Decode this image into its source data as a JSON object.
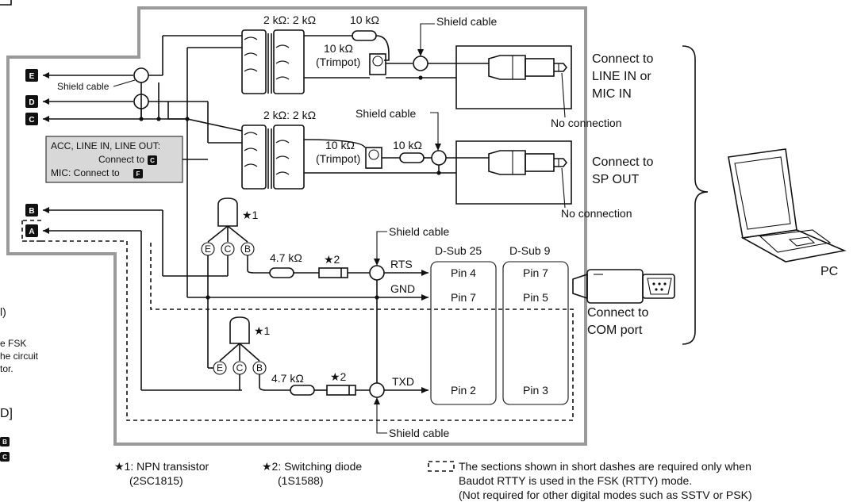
{
  "left_partial": {
    "l1": "l)",
    "l2": "e FSK",
    "l3": "he circuit",
    "l4": "tor.",
    "l5": "D]",
    "l6": "B",
    "l7": "C"
  },
  "ports": {
    "E": "E",
    "D": "D",
    "C": "C",
    "B": "B",
    "A": "A",
    "F": "F"
  },
  "labels": {
    "shield_cable": "Shield cable",
    "res_2k": "2 kΩ: 2 kΩ",
    "res_10k": "10 kΩ",
    "trimpot_value": "10 kΩ",
    "trimpot": "(Trimpot)",
    "res_47k": "4.7 kΩ",
    "star1": "★1",
    "star2": "★2",
    "no_connection": "No connection",
    "rts": "RTS",
    "gnd": "GND",
    "txd": "TXD",
    "pin_e": "E",
    "pin_c": "C",
    "pin_b": "B"
  },
  "connect": {
    "line_in": [
      "Connect to",
      "LINE IN or",
      "MIC IN"
    ],
    "sp_out": [
      "Connect to",
      "SP OUT"
    ],
    "com": [
      "Connect to",
      "COM port"
    ]
  },
  "info_box": {
    "line1": "ACC, LINE IN, LINE OUT:",
    "line2": "Connect to",
    "line3": "MIC:  Connect to"
  },
  "dsub": {
    "d25_title": "D-Sub 25",
    "d9_title": "D-Sub 9",
    "d25_pins": [
      "Pin 4",
      "Pin 7",
      "Pin 2"
    ],
    "d9_pins": [
      "Pin 7",
      "Pin 5",
      "Pin 3"
    ]
  },
  "pc_label": "PC",
  "legend": {
    "star1_line1": "★1: NPN transistor",
    "star1_line2": "(2SC1815)",
    "star2_line1": "★2:  Switching diode",
    "star2_line2": "(1S1588)",
    "dash_line1": "The sections shown in short dashes are required only when",
    "dash_line2": "Baudot RTTY is used in the FSK (RTTY) mode.",
    "dash_line3": "(Not required for other digital modes such as SSTV or PSK)"
  }
}
